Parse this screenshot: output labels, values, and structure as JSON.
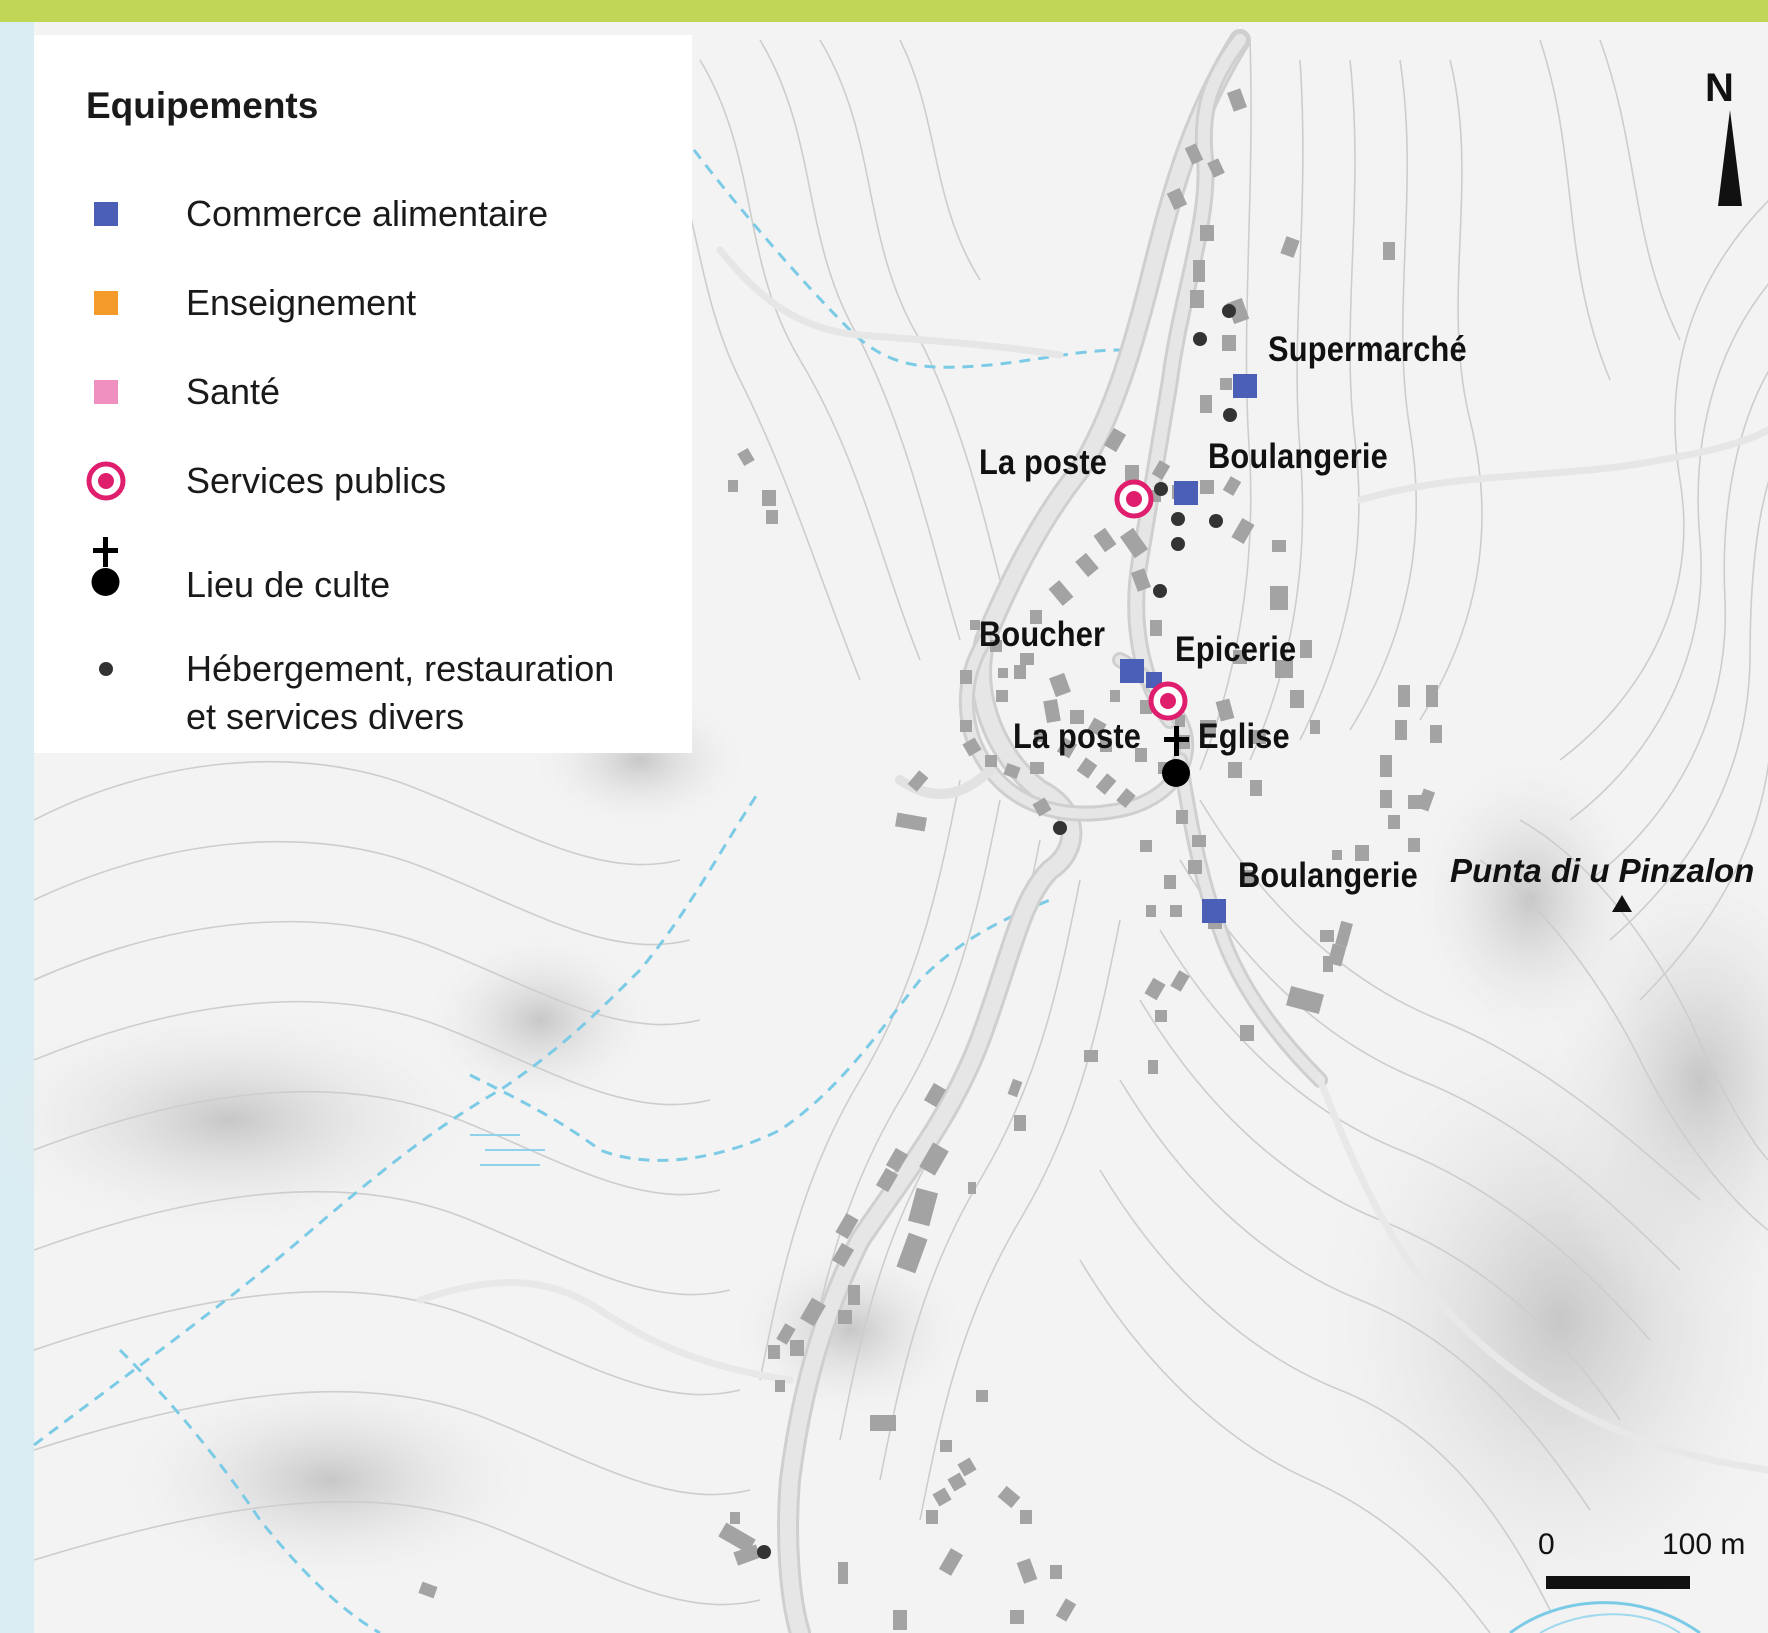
{
  "legend": {
    "title": "Equipements",
    "items": [
      {
        "id": "commerce",
        "label": "Commerce alimentaire",
        "color": "#4a5fb5",
        "icon": "blue-square-icon"
      },
      {
        "id": "enseignement",
        "label": "Enseignement",
        "color": "#f39a2b",
        "icon": "orange-square-icon"
      },
      {
        "id": "sante",
        "label": "Santé",
        "color": "#ef90c0",
        "icon": "pink-square-icon"
      },
      {
        "id": "services",
        "label": "Services publics",
        "color": "#e01e6e",
        "icon": "target-circle-icon"
      },
      {
        "id": "culte",
        "label": "Lieu de culte",
        "color": "#000000",
        "icon": "cross-church-icon"
      },
      {
        "id": "hebergement",
        "label_line1": "Hébergement, restauration",
        "label_line2": "et services divers",
        "color": "#333333",
        "icon": "small-dot-icon"
      }
    ]
  },
  "places": {
    "supermarche": "Supermarché",
    "la_poste_north": "La poste",
    "boulangerie_north": "Boulangerie",
    "boucher": "Boucher",
    "epicerie": "Epicerie",
    "la_poste_south": "La poste",
    "eglise": "Eglise",
    "boulangerie_south": "Boulangerie"
  },
  "peak": {
    "name": "Punta di u Pinzalon"
  },
  "north": {
    "label": "N"
  },
  "scale": {
    "zero": "0",
    "distance": "100 m"
  },
  "colors": {
    "top_band": "#c1d556",
    "water": "#7ccbe6",
    "road": "#e2e2e2",
    "building": "#a5a5a5"
  }
}
